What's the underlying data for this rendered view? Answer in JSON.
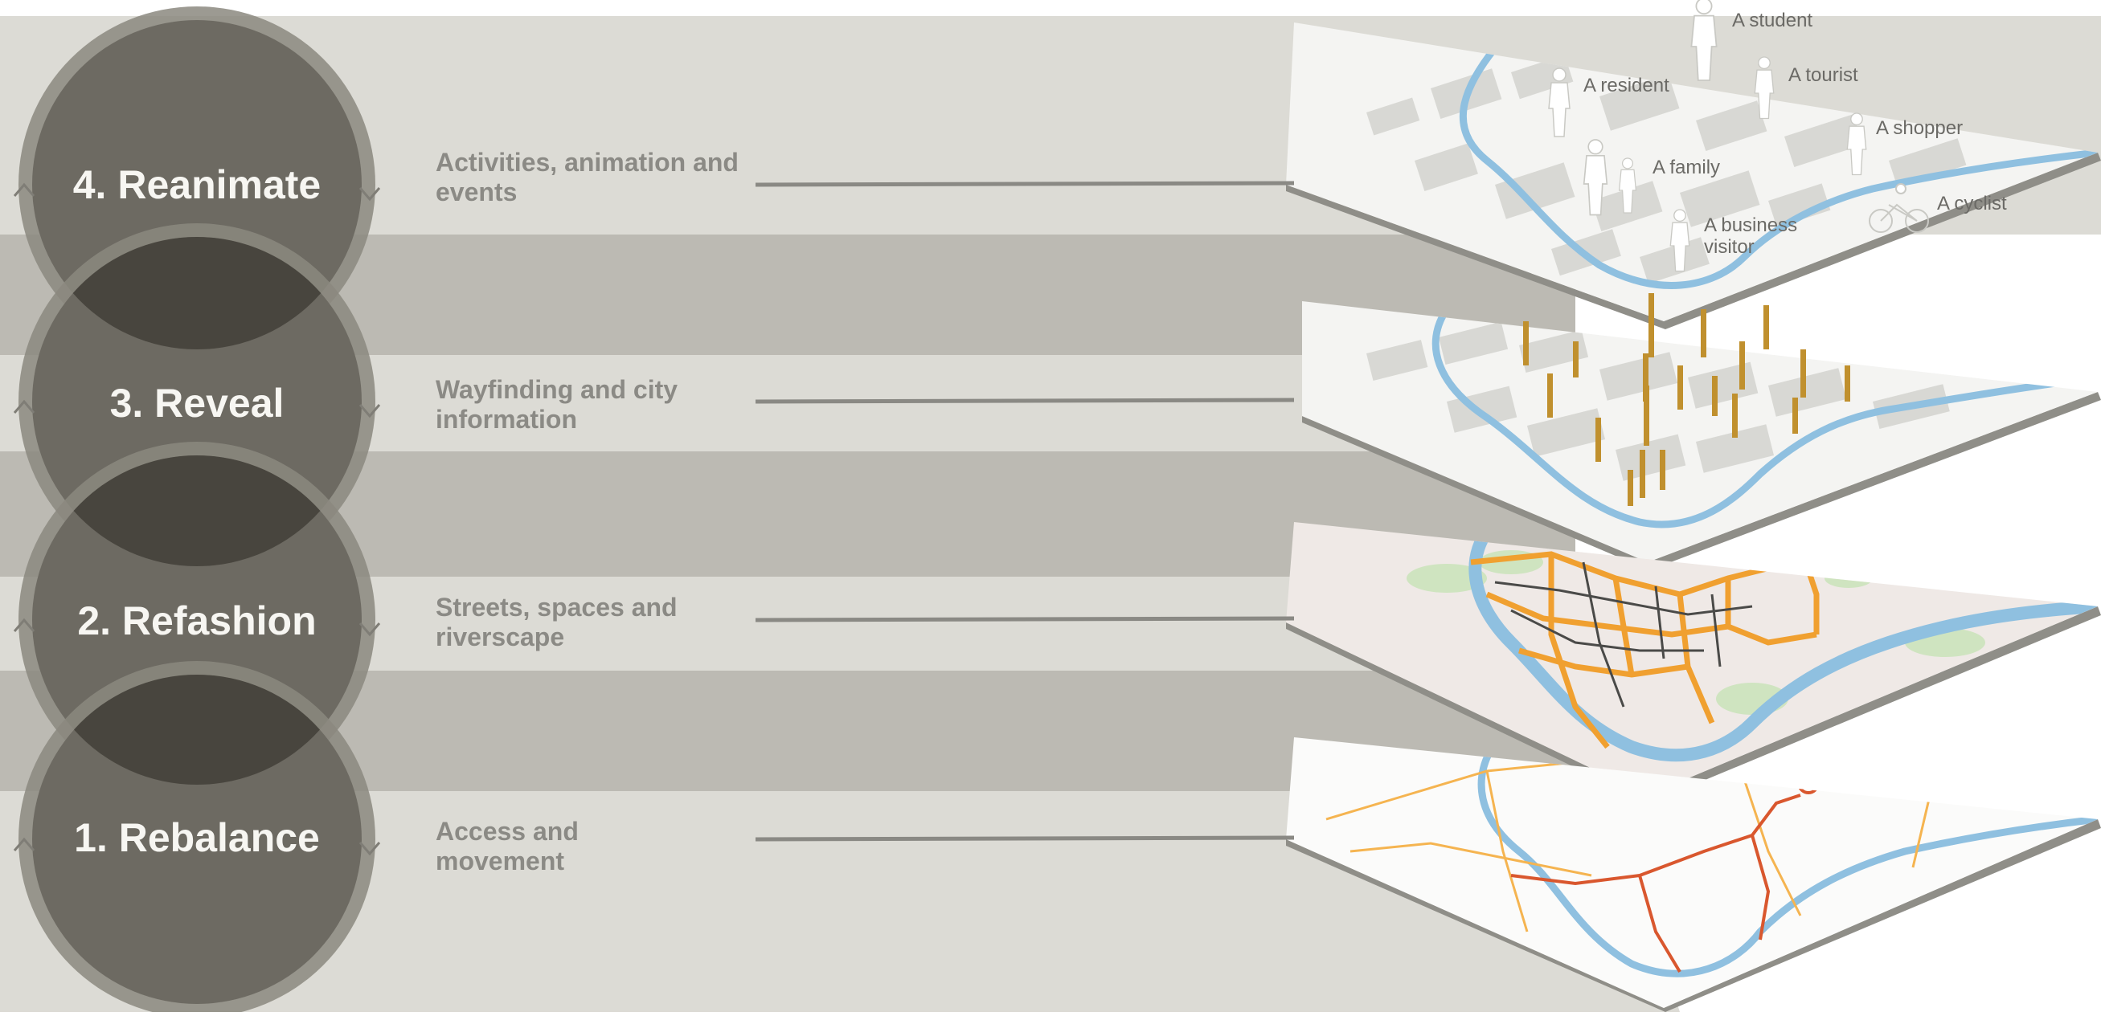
{
  "layers": [
    {
      "id": "reanimate",
      "title": "4. Reanimate",
      "description": "Activities, animation and events"
    },
    {
      "id": "reveal",
      "title": "3. Reveal",
      "description": "Wayfinding and city information"
    },
    {
      "id": "refashion",
      "title": "2. Refashion",
      "description": "Streets, spaces and riverscape"
    },
    {
      "id": "rebalance",
      "title": "1. Rebalance",
      "description": "Access and movement"
    }
  ],
  "personas": [
    {
      "id": "student",
      "label": "A student"
    },
    {
      "id": "resident",
      "label": "A resident"
    },
    {
      "id": "tourist",
      "label": "A tourist"
    },
    {
      "id": "shopper",
      "label": "A shopper"
    },
    {
      "id": "family",
      "label": "A family"
    },
    {
      "id": "cyclist",
      "label": "A cyclist"
    },
    {
      "id": "business-visitor",
      "label": "A business visitor"
    }
  ],
  "colors": {
    "band_light": "#dcdbd5",
    "band_dark": "#bcbab3",
    "circle_fill": "#6d6a62",
    "circle_ring": "#8b887f",
    "circle_overlap": "#48453e",
    "connector": "#8a8984",
    "river": "#8fc0e0",
    "wayfinding_post": "#c0902e",
    "route_orange": "#f0a030",
    "route_red": "#d9572e",
    "green_space": "#cfe4c0"
  }
}
